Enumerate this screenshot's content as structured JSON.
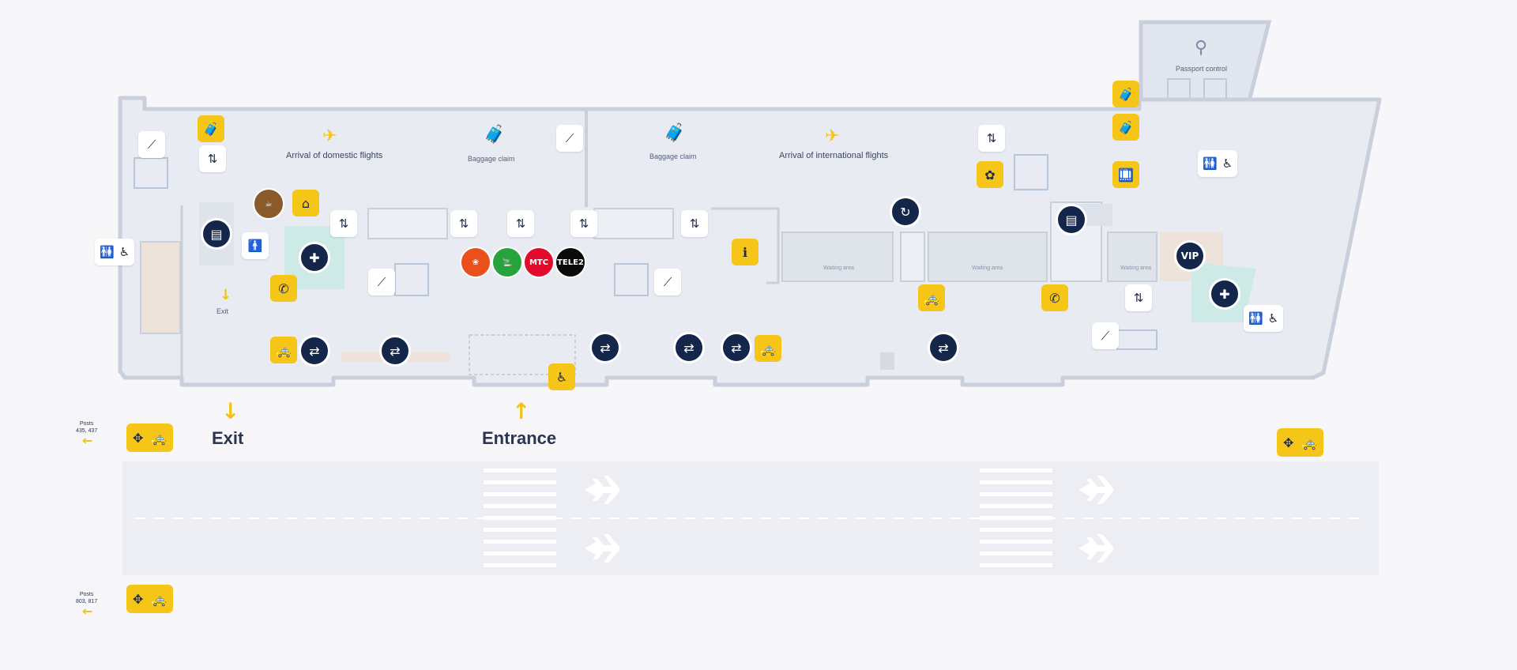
{
  "colors": {
    "accent": "#f5c518",
    "navy": "#14264a",
    "floor": "#e8ebf2",
    "wall": "#c9cfdb",
    "teal": "#c7ece7",
    "beige": "#ece1d8"
  },
  "labels": {
    "arrival_domestic": "Arrival of domestic flights",
    "baggage_claim_1": "Baggage claim",
    "baggage_claim_2": "Baggage claim",
    "arrival_international": "Arrival of international flights",
    "passport_control": "Passport control",
    "exit_small": "Exit",
    "exit": "Exit",
    "entrance": "Entrance",
    "gate_top": "Posts\n435, 437",
    "gate_bottom": "Posts\n803, 817",
    "waiting_area_1": "Waiting area",
    "waiting_area_2": "Waiting area",
    "waiting_area_3": "Waiting area",
    "vip": "VIP"
  },
  "shops": [
    {
      "name": "Tele2 / MTS / MegaFon / Beeline",
      "logo": "mts-logo"
    }
  ],
  "logo_texts": {
    "mts": "МТС",
    "tele2": "TELE2"
  },
  "icons": {
    "escalator": "escalator-icon",
    "elevator": "elevator-icon",
    "luggage": "luggage-icon",
    "plane_arrival": "plane-arrival-icon",
    "atm": "atm-icon",
    "phone": "phone-icon",
    "toilet": "toilet-icon",
    "wheelchair": "wheelchair-icon",
    "taxi": "taxi-icon",
    "bus": "bus-icon",
    "info": "info-icon",
    "exchange": "currency-exchange-icon",
    "coffee": "coffee-icon",
    "lost_found": "lost-and-found-icon",
    "plant": "plant-icon",
    "pharmacy": "pharmacy-icon"
  }
}
